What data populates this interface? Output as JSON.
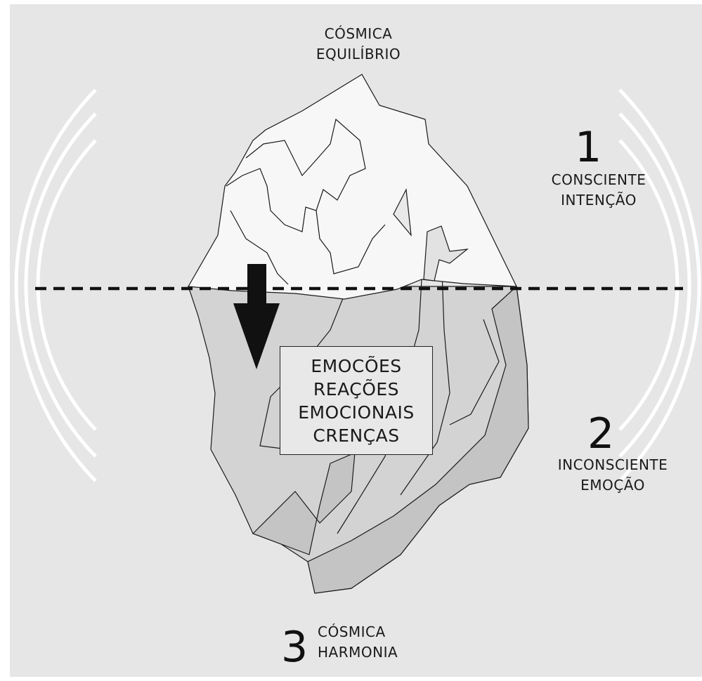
{
  "top": {
    "line1": "CÓSMICA",
    "line2": "EQUILÍBRIO"
  },
  "level_1": {
    "number": "1",
    "line1": "CONSCIENTE",
    "line2": "INTENÇÃO"
  },
  "level_2": {
    "number": "2",
    "line1": "INCONSCIENTE",
    "line2": "EMOÇÃO"
  },
  "level_3": {
    "number": "3",
    "line1": "CÓSMICA",
    "line2": "HARMONIA"
  },
  "box": {
    "lines": [
      "EMOCÕES",
      "REAÇÕES",
      "EMOCIONAIS",
      "CRENÇAS"
    ]
  },
  "colors": {
    "background": "#e6e6e6",
    "ice_above": "#f7f7f7",
    "ice_below": "#d3d3d3",
    "ice_deep": "#c4c4c4",
    "outline": "#1a1a1a",
    "waves": "#ffffff"
  }
}
